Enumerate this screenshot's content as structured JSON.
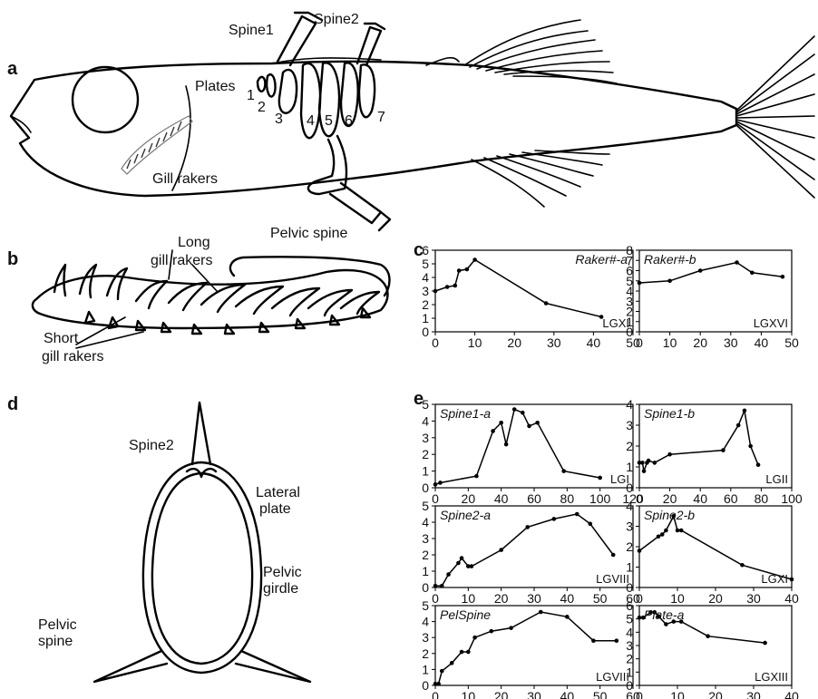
{
  "figure": {
    "panel_letters": [
      "a",
      "b",
      "c",
      "d",
      "e"
    ],
    "panel_a": {
      "labels": {
        "spine1": "Spine1",
        "spine2": "Spine2",
        "plates": "Plates",
        "gill_rakers": "Gill rakers",
        "pelvic_spine": "Pelvic spine",
        "plate_numbers": [
          "1",
          "2",
          "3",
          "4",
          "5",
          "6",
          "7"
        ]
      }
    },
    "panel_b": {
      "labels": {
        "long_line1": "Long",
        "long_line2": "gill rakers",
        "short_line1": "Short",
        "short_line2": "gill rakers"
      }
    },
    "panel_d": {
      "labels": {
        "spine2": "Spine2",
        "lateral_line1": "Lateral",
        "lateral_line2": "plate",
        "girdle_line1": "Pelvic",
        "girdle_line2": "girdle",
        "pelvic_line1": "Pelvic",
        "pelvic_line2": "spine"
      }
    }
  },
  "chart_data": [
    {
      "type": "line",
      "panel": "c",
      "title": "Raker#-a",
      "linkage_group": "LGXI",
      "x": [
        0,
        3,
        5,
        6,
        8,
        10,
        28,
        42
      ],
      "y": [
        3.0,
        3.3,
        3.4,
        4.5,
        4.6,
        5.3,
        2.1,
        1.1
      ],
      "xlim": [
        0,
        50
      ],
      "ylim": [
        0,
        6
      ],
      "xticks": [
        0,
        10,
        20,
        30,
        40,
        50
      ],
      "yticks": [
        0,
        1,
        2,
        3,
        4,
        5,
        6
      ]
    },
    {
      "type": "line",
      "panel": "c",
      "title": "Raker#-b",
      "linkage_group": "LGXVI",
      "x": [
        0,
        10,
        20,
        32,
        37,
        47
      ],
      "y": [
        4.8,
        5.0,
        6.0,
        6.8,
        5.8,
        5.4
      ],
      "xlim": [
        0,
        50
      ],
      "ylim": [
        0,
        8
      ],
      "xticks": [
        0,
        10,
        20,
        30,
        40,
        50
      ],
      "yticks": [
        0,
        1,
        2,
        3,
        4,
        5,
        6,
        7,
        8
      ]
    },
    {
      "type": "line",
      "panel": "e",
      "title": "Spine1-a",
      "linkage_group": "LGI",
      "x": [
        0,
        3,
        25,
        35,
        40,
        43,
        48,
        53,
        57,
        62,
        78,
        100
      ],
      "y": [
        0.2,
        0.3,
        0.7,
        3.4,
        3.9,
        2.6,
        4.7,
        4.5,
        3.7,
        3.9,
        1.0,
        0.6
      ],
      "xlim": [
        0,
        120
      ],
      "ylim": [
        0,
        5
      ],
      "xticks": [
        0,
        20,
        40,
        60,
        80,
        100,
        120
      ],
      "yticks": [
        0,
        1,
        2,
        3,
        4,
        5
      ]
    },
    {
      "type": "line",
      "panel": "e",
      "title": "Spine1-b",
      "linkage_group": "LGII",
      "x": [
        0,
        2,
        3,
        5,
        6,
        10,
        20,
        55,
        65,
        69,
        73,
        78
      ],
      "y": [
        1.2,
        1.2,
        0.8,
        1.2,
        1.3,
        1.2,
        1.6,
        1.8,
        3.0,
        3.7,
        2.0,
        1.1
      ],
      "xlim": [
        0,
        100
      ],
      "ylim": [
        0,
        4
      ],
      "xticks": [
        0,
        20,
        40,
        60,
        80,
        100
      ],
      "yticks": [
        0,
        1,
        2,
        3,
        4
      ]
    },
    {
      "type": "line",
      "panel": "e",
      "title": "Spine2-a",
      "linkage_group": "LGVIII",
      "x": [
        0,
        2,
        4,
        7,
        8,
        10,
        11,
        20,
        28,
        36,
        43,
        47,
        54
      ],
      "y": [
        0.1,
        0.1,
        0.8,
        1.5,
        1.8,
        1.3,
        1.3,
        2.3,
        3.7,
        4.2,
        4.5,
        3.9,
        2.0
      ],
      "xlim": [
        0,
        60
      ],
      "ylim": [
        0,
        5
      ],
      "xticks": [
        0,
        10,
        20,
        30,
        40,
        50,
        60
      ],
      "yticks": [
        0,
        1,
        2,
        3,
        4,
        5
      ]
    },
    {
      "type": "line",
      "panel": "e",
      "title": "Spine2-b",
      "linkage_group": "LGXI",
      "x": [
        0,
        5,
        6,
        7,
        9,
        10,
        11,
        27,
        40
      ],
      "y": [
        1.8,
        2.5,
        2.6,
        2.8,
        3.5,
        2.8,
        2.8,
        1.1,
        0.4
      ],
      "xlim": [
        0,
        40
      ],
      "ylim": [
        0,
        4
      ],
      "xticks": [
        0,
        10,
        20,
        30,
        40
      ],
      "yticks": [
        0,
        1,
        2,
        3,
        4
      ]
    },
    {
      "type": "line",
      "panel": "e",
      "title": "PelSpine",
      "linkage_group": "LGVIII",
      "x": [
        0,
        1,
        2,
        5,
        8,
        10,
        12,
        17,
        23,
        32,
        40,
        48,
        55
      ],
      "y": [
        0.1,
        0.1,
        0.9,
        1.4,
        2.1,
        2.1,
        3.0,
        3.4,
        3.6,
        4.6,
        4.3,
        2.8,
        2.8
      ],
      "xlim": [
        0,
        60
      ],
      "ylim": [
        0,
        5
      ],
      "xticks": [
        0,
        10,
        20,
        30,
        40,
        50,
        60
      ],
      "yticks": [
        0,
        1,
        2,
        3,
        4,
        5
      ]
    },
    {
      "type": "line",
      "panel": "e",
      "title": "Plate-a",
      "linkage_group": "LGXIII",
      "x": [
        0,
        1,
        3,
        4,
        5,
        7,
        9,
        11,
        18,
        33
      ],
      "y": [
        5.1,
        5.1,
        5.5,
        5.5,
        5.2,
        4.6,
        4.8,
        4.8,
        3.7,
        3.2
      ],
      "xlim": [
        0,
        40
      ],
      "ylim": [
        0,
        6
      ],
      "xticks": [
        0,
        10,
        20,
        30,
        40
      ],
      "yticks": [
        0,
        1,
        2,
        3,
        4,
        5,
        6
      ]
    }
  ]
}
